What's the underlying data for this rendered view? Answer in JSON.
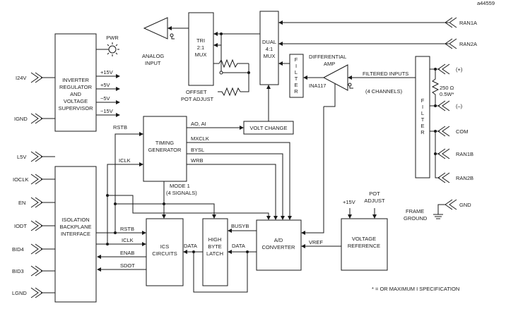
{
  "doc_id": "a44559",
  "blocks": {
    "inverter": [
      "INVERTER",
      "REGULATOR",
      "AND",
      "VOLTAGE",
      "SUPERVISOR"
    ],
    "isolation": [
      "ISOLATION",
      "BACKPLANE",
      "INTERFACE"
    ],
    "timing": [
      "TIMING",
      "GENERATOR"
    ],
    "ics": [
      "ICS",
      "CIRCUITS"
    ],
    "latch": [
      "HIGH",
      "BYTE",
      "LATCH"
    ],
    "adc": [
      "A/D",
      "CONVERTER"
    ],
    "vref_block": [
      "VOLTAGE",
      "REFERENCE"
    ],
    "volt_change": "VOLT CHANGE",
    "tri_mux": [
      "TRI",
      "2:1",
      "MUX"
    ],
    "dual_mux": [
      "DUAL",
      "4:1",
      "MUX"
    ],
    "filter_small": [
      "F",
      "I",
      "L",
      "T",
      "E",
      "R"
    ],
    "filter_tall": [
      "F",
      "I",
      "L",
      "T",
      "E",
      "R"
    ]
  },
  "labels": {
    "pwr": "PWR",
    "i24v": "I24V",
    "ignd": "IGND",
    "l5v": "L5V",
    "ioclk": "IOCLK",
    "en": "EN",
    "iodt": "IODT",
    "bid4": "BID4",
    "bid3": "BID3",
    "lgnd": "LGND",
    "plus15": "+15V",
    "plus5": "+5V",
    "minus5": "−5V",
    "minus15": "−15V",
    "rstb_top": "RSTB",
    "iclk_top": "ICLK",
    "rstb_low": "RSTB",
    "iclk_low": "ICLK",
    "enab": "ENAB",
    "sdot": "SDOT",
    "analog_input": [
      "ANALOG",
      "INPUT"
    ],
    "offset": [
      "OFFSET",
      "POT ADJUST"
    ],
    "ao_ai": "AO, AI",
    "mxclk": "MXCLK",
    "bysl": "BYSL",
    "wrb": "WRB",
    "mode": [
      "MODE 1",
      "(4 SIGNALS)"
    ],
    "busyb": "BUSYB",
    "data1": "DATA",
    "data2": "DATA",
    "vref": "VREF",
    "plus15b": "+15V",
    "pot_adj": [
      "POT",
      "ADJUST"
    ],
    "diff_amp": [
      "DIFFERENTIAL",
      "AMP"
    ],
    "ina": "INA117",
    "filtered": "FILTERED INPUTS",
    "channels": "(4 CHANNELS)",
    "ran1a": "RAN1A",
    "ran2a": "RAN2A",
    "plus": "(+)",
    "minus": "(–)",
    "resistor": [
      "250 Ω",
      "0.5W*"
    ],
    "com": "COM",
    "ran1b": "RAN1B",
    "ran2b": "RAN2B",
    "gnd": "GND",
    "frame": [
      "FRAME",
      "GROUND"
    ],
    "footnote": "* = OR MAXIMUM I SPECIFICATION"
  }
}
